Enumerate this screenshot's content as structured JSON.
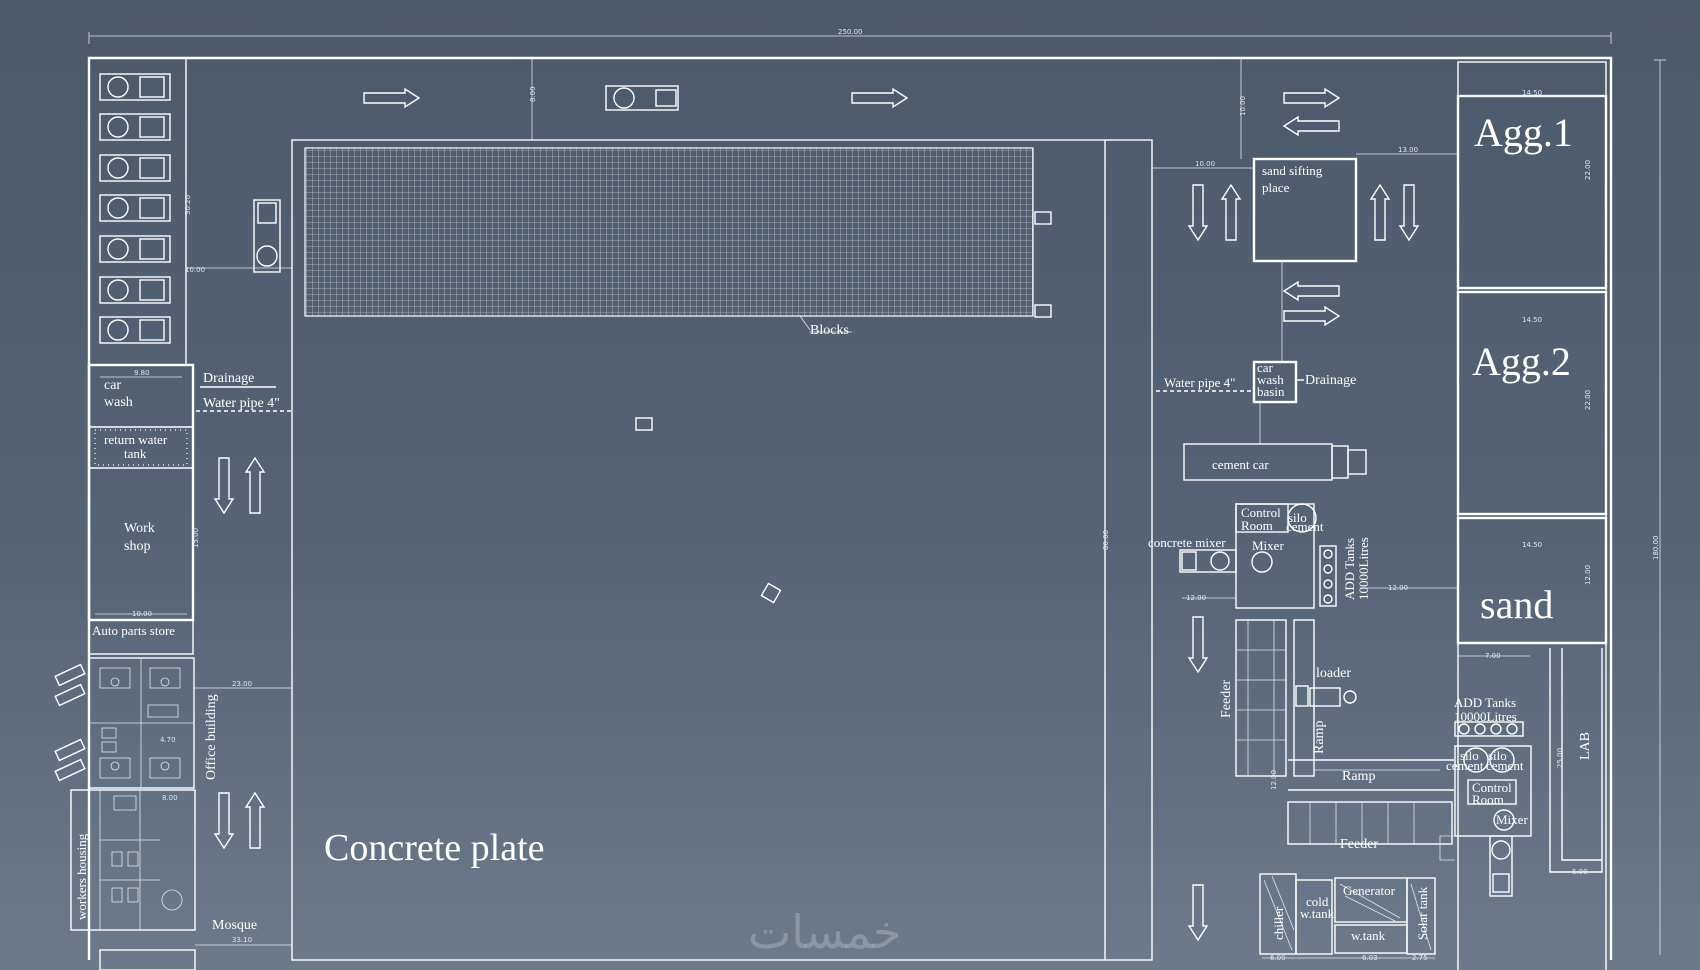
{
  "labels": {
    "agg1": "Agg.1",
    "agg2": "Agg.2",
    "sand": "sand",
    "concrete_plate": "Concrete plate",
    "blocks": "Blocks",
    "sand_sifting": [
      "sand sifting",
      "place"
    ],
    "car_wash_left": [
      "car",
      "wash"
    ],
    "return_water_tank": [
      "return water",
      "tank"
    ],
    "workshop": [
      "Work",
      "shop"
    ],
    "auto_parts_store": "Auto parts store",
    "office_building": "Office building",
    "workers_housing": "workers housing",
    "mosque": "Mosque",
    "drainage_left": "Drainage",
    "water_pipe_left": "Water pipe 4\"",
    "water_pipe_right": "Water pipe 4\"",
    "drainage_right": "Drainage",
    "car_wash_basin": [
      "car",
      "wash",
      "basin"
    ],
    "cement_car": "cement car",
    "control_room_1": [
      "Control",
      "Room"
    ],
    "silo_cement_1": [
      "silo",
      "cement"
    ],
    "concrete_mixer": "concrete mixer",
    "mixer_1": "Mixer",
    "add_tanks_1": [
      "ADD Tanks",
      "10000Litres"
    ],
    "feeder_1": "Feeder",
    "loader": "loader",
    "ramp_1": "Ramp",
    "ramp_2": "Ramp",
    "add_tanks_2": [
      "ADD Tanks",
      "10000Litres"
    ],
    "silo_2": [
      "silo",
      "cement"
    ],
    "silo_3": [
      "silo",
      "cement"
    ],
    "control_room_2": [
      "Control",
      "Room"
    ],
    "mixer_2": "Mixer",
    "feeder_2": "Feeder",
    "lab": "LAB",
    "chiller": "chiller",
    "cold_w_tank": [
      "cold",
      "w.tank"
    ],
    "generator": "Generator",
    "solar_tank": "Solar tank",
    "w_tank": "w.tank",
    "watermark": "خمسات"
  },
  "dimensions": {
    "overall_width": "250.00",
    "overall_height": "180.00",
    "top_road": "8.00",
    "left_strip": "30.20",
    "left_road": "10.00",
    "agg_width_1": "14.50",
    "agg_width_2": "14.50",
    "agg_width_3": "14.50",
    "agg_h_1": "22.00",
    "agg_h_2": "22.00",
    "agg_h_3": "12.00",
    "sift_road": "10.00",
    "sift_right": "13.00",
    "sift_left": "10.00",
    "plate_h": "80.00",
    "side_road": "23.00",
    "side_road_2": "12.00",
    "lab_h": "25.00",
    "bottom_dim": "33.10",
    "office_w": "4.70",
    "housing_dim": "8.00",
    "lab_w": "7.00",
    "lab_bottom": "6.00",
    "carwash_w": "9.80",
    "workshop_h": "15.00",
    "workshop_w": "10.00",
    "chiller_w": "6.00",
    "gen_w": "6.03",
    "solar_w": "2.75"
  }
}
